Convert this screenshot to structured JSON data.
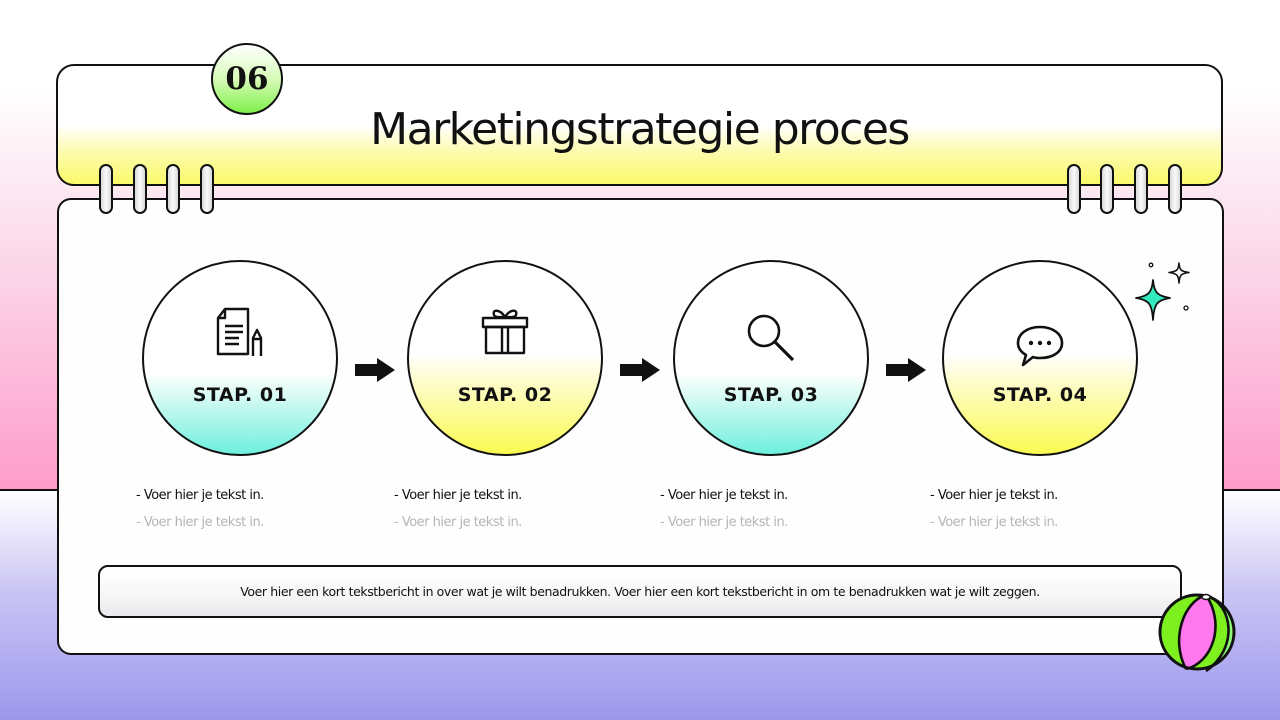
{
  "slide": {
    "page_number": "06",
    "title": "Marketingstrategie proces"
  },
  "steps": [
    {
      "label": "STAP. 01",
      "icon": "document-pencil-icon",
      "style": "teal",
      "bullets": [
        "- Voer hier je tekst in.",
        "- Voer hier je tekst in."
      ]
    },
    {
      "label": "STAP. 02",
      "icon": "gift-icon",
      "style": "yellow",
      "bullets": [
        "- Voer hier je tekst in.",
        "- Voer hier je tekst in."
      ]
    },
    {
      "label": "STAP. 03",
      "icon": "search-icon",
      "style": "teal",
      "bullets": [
        "- Voer hier je tekst in.",
        "- Voer hier je tekst in."
      ]
    },
    {
      "label": "STAP. 04",
      "icon": "chat-bubble-icon",
      "style": "yellow",
      "bullets": [
        "- Voer hier je tekst in.",
        "- Voer hier je tekst in."
      ]
    }
  ],
  "note": "Voer hier een kort tekstbericht in over wat je wilt benadrukken. Voer hier een kort tekstbericht in om te benadrukken wat je wilt zeggen.",
  "colors": {
    "teal": "#6ef0de",
    "yellow": "#fafa50",
    "pink": "#ff9ccb",
    "lavender": "#9c98ec",
    "green": "#7ef04a",
    "outline": "#111111"
  }
}
